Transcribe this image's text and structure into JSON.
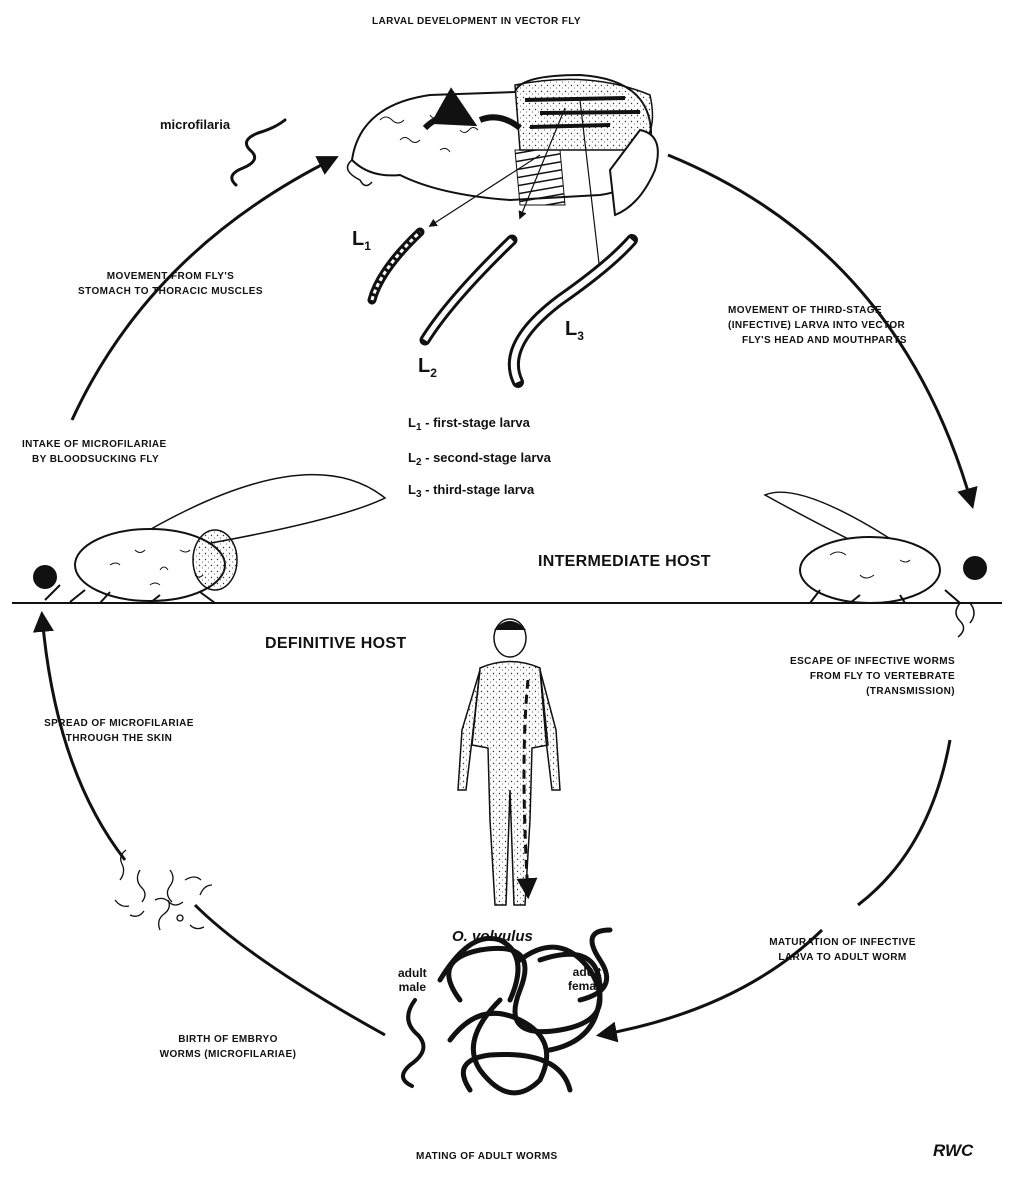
{
  "labels": {
    "larval_development": "LARVAL DEVELOPMENT IN VECTOR FLY",
    "microfilaria": "microfilaria",
    "movement_stomach": [
      "MOVEMENT FROM FLY'S",
      "STOMACH TO THORACIC MUSCLES"
    ],
    "movement_third_stage": [
      "MOVEMENT OF THIRD-STAGE",
      "(INFECTIVE) LARVA INTO VECTOR",
      "FLY'S HEAD AND MOUTHPARTS"
    ],
    "intake": [
      "INTAKE OF MICROFILARIAE",
      "BY BLOODSUCKING FLY"
    ],
    "intermediate_host": "INTERMEDIATE HOST",
    "definitive_host": "DEFINITIVE HOST",
    "escape": [
      "ESCAPE OF INFECTIVE WORMS",
      "FROM FLY TO VERTEBRATE",
      "(TRANSMISSION)"
    ],
    "spread": [
      "SPREAD OF MICROFILARIAE",
      "THROUGH THE SKIN"
    ],
    "species": "O. volvulus",
    "maturation": [
      "MATURATION OF INFECTIVE",
      "LARVA TO ADULT WORM"
    ],
    "adult_male": [
      "adult",
      "male"
    ],
    "adult_female": [
      "adult",
      "female"
    ],
    "birth": [
      "BIRTH OF EMBRYO",
      "WORMS (MICROFILARIAE)"
    ],
    "mating": "MATING OF ADULT WORMS",
    "credit": "RWC"
  },
  "stages": {
    "l1": {
      "letter": "L",
      "sub": "1"
    },
    "l2": {
      "letter": "L",
      "sub": "2"
    },
    "l3": {
      "letter": "L",
      "sub": "3"
    }
  },
  "legend": [
    {
      "letter": "L",
      "sub": "1",
      "text": " - first-stage larva"
    },
    {
      "letter": "L",
      "sub": "2",
      "text": " - second-stage larva"
    },
    {
      "letter": "L",
      "sub": "3",
      "text": " - third-stage larva"
    }
  ]
}
